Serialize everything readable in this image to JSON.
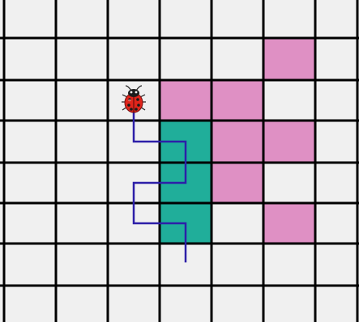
{
  "board": {
    "columns": 7,
    "rows": 8,
    "colors": {
      "background": "#f0f0f0",
      "grid_line": "#000000",
      "pink": "#df90c4",
      "teal": "#20ae9a",
      "path": "#2d1fa8"
    },
    "pink_cells": [
      [
        5,
        1
      ],
      [
        3,
        2
      ],
      [
        4,
        2
      ],
      [
        4,
        3
      ],
      [
        5,
        3
      ],
      [
        4,
        4
      ],
      [
        5,
        5
      ]
    ],
    "teal_cells": [
      [
        3,
        3
      ],
      [
        3,
        4
      ],
      [
        3,
        5
      ]
    ]
  },
  "trail": {
    "points": [
      [
        2.5,
        2.45
      ],
      [
        2.5,
        3.5
      ],
      [
        3.5,
        3.5
      ],
      [
        3.5,
        4.5
      ],
      [
        2.5,
        4.5
      ],
      [
        2.5,
        5.5
      ],
      [
        3.5,
        5.5
      ],
      [
        3.5,
        6.45
      ]
    ]
  },
  "ladybug": {
    "icon": "ladybug-icon",
    "cell": [
      2,
      2
    ],
    "color": "#e0251b"
  }
}
